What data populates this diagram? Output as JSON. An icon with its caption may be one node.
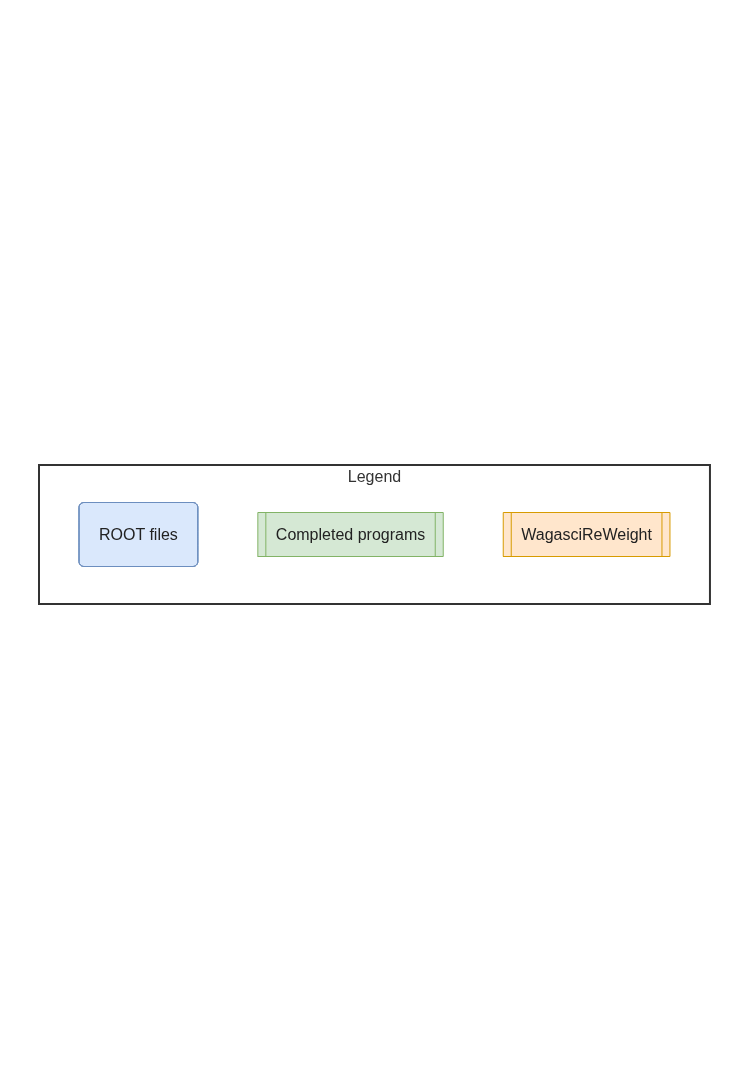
{
  "diagram": {
    "nodes": [
      {
        "text": [
          "Legend"
        ]
      },
      {
        "text": [
          "ROOT files"
        ],
        "in": 0
      },
      {
        "text": [
          "Completed programs"
        ],
        "in": 0
      },
      {
        "text": [
          "WagasciReWeight"
        ],
        "in": 0
      }
    ]
  }
}
